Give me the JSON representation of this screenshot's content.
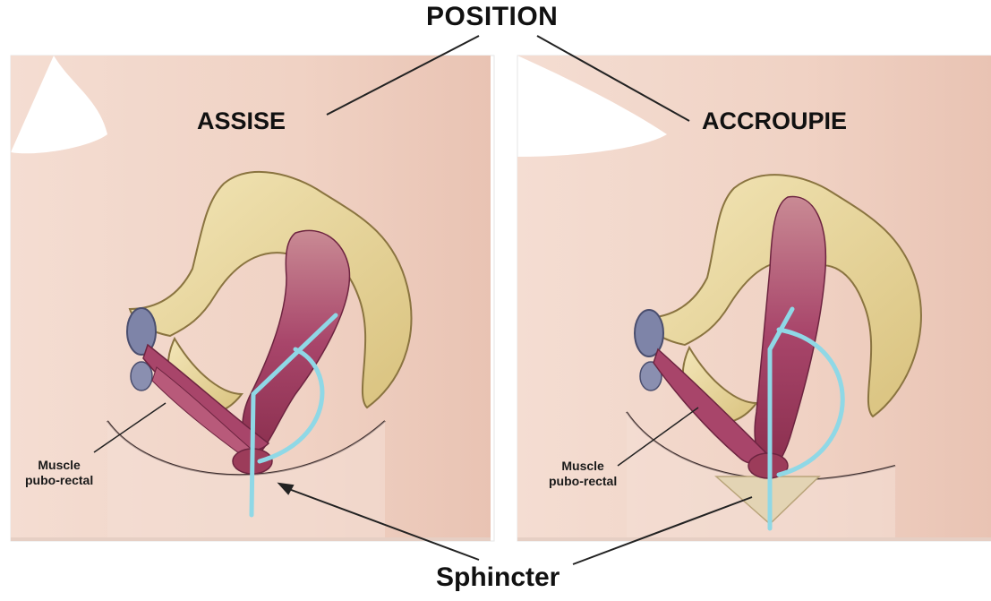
{
  "labels": {
    "title": "POSITION",
    "left_position": "ASSISE",
    "right_position": "ACCROUPIE",
    "muscle_line1": "Muscle",
    "muscle_line2": "pubo-rectal",
    "sphincter": "Sphincter"
  },
  "colors": {
    "skin": "#f2d8cc",
    "bone": "#ead9a0",
    "muscle": "#9c3c5a",
    "axis_line": "#8fd8e6",
    "arrow": "#e3d4b4",
    "background": "#ffffff"
  }
}
